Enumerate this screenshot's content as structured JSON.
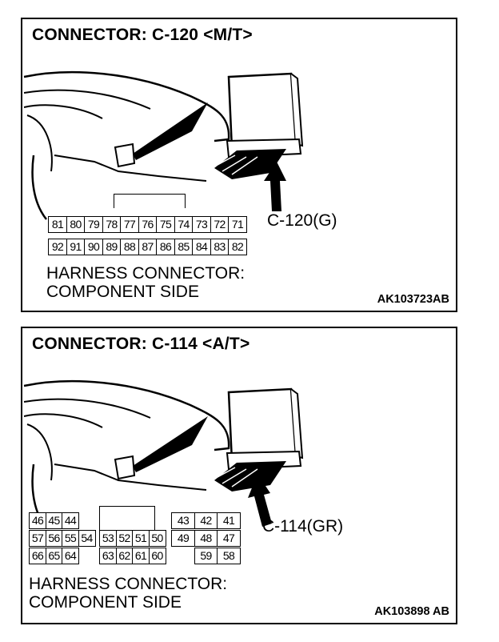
{
  "panels": [
    {
      "title": "CONNECTOR: C-120 <M/T>",
      "callout": "C-120(G)",
      "note_line1": "HARNESS CONNECTOR:",
      "note_line2": "COMPONENT SIDE",
      "code": "AK103723AB",
      "pins_row1": [
        "81",
        "80",
        "79",
        "78",
        "77",
        "76",
        "75",
        "74",
        "73",
        "72",
        "71"
      ],
      "pins_row2": [
        "92",
        "91",
        "90",
        "89",
        "88",
        "87",
        "86",
        "85",
        "84",
        "83",
        "82"
      ]
    },
    {
      "title": "CONNECTOR: C-114 <A/T>",
      "callout": "C-114(GR)",
      "note_line1": "HARNESS CONNECTOR:",
      "note_line2": "COMPONENT SIDE",
      "code": "AK103898 AB",
      "left_row1": [
        "46",
        "45",
        "44"
      ],
      "left_row2": [
        "57",
        "56",
        "55",
        "54"
      ],
      "left_row3": [
        "66",
        "65",
        "64"
      ],
      "mid_row2": [
        "53",
        "52",
        "51",
        "50"
      ],
      "mid_row3": [
        "63",
        "62",
        "61",
        "60"
      ],
      "right_row1": [
        "43",
        "42",
        "41"
      ],
      "right_row2": [
        "49",
        "48",
        "47"
      ],
      "right_row3": [
        "59",
        "58"
      ]
    }
  ]
}
